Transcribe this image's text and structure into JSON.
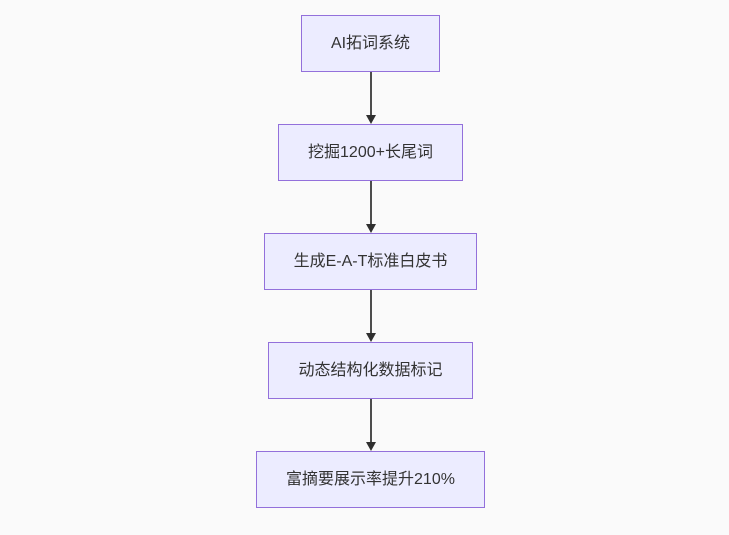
{
  "page": {
    "background_color": "#fafafa"
  },
  "theme": {
    "node_fill_color": "#ECECFF",
    "node_border_color": "#9370DB",
    "node_text_color": "#333333",
    "edge_line_color": "#4d4d4d",
    "arrowhead_color": "#2f2f2f"
  },
  "flowchart": {
    "type": "flowchart",
    "direction": "top-down",
    "nodes": [
      {
        "label": "AI拓词系统"
      },
      {
        "label": "挖掘1200+长尾词"
      },
      {
        "label": "生成E-A-T标准白皮书"
      },
      {
        "label": "动态结构化数据标记"
      },
      {
        "label": "富摘要展示率提升210%"
      }
    ],
    "edges": [
      {
        "from": 0,
        "to": 1
      },
      {
        "from": 1,
        "to": 2
      },
      {
        "from": 2,
        "to": 3
      },
      {
        "from": 3,
        "to": 4
      }
    ]
  }
}
